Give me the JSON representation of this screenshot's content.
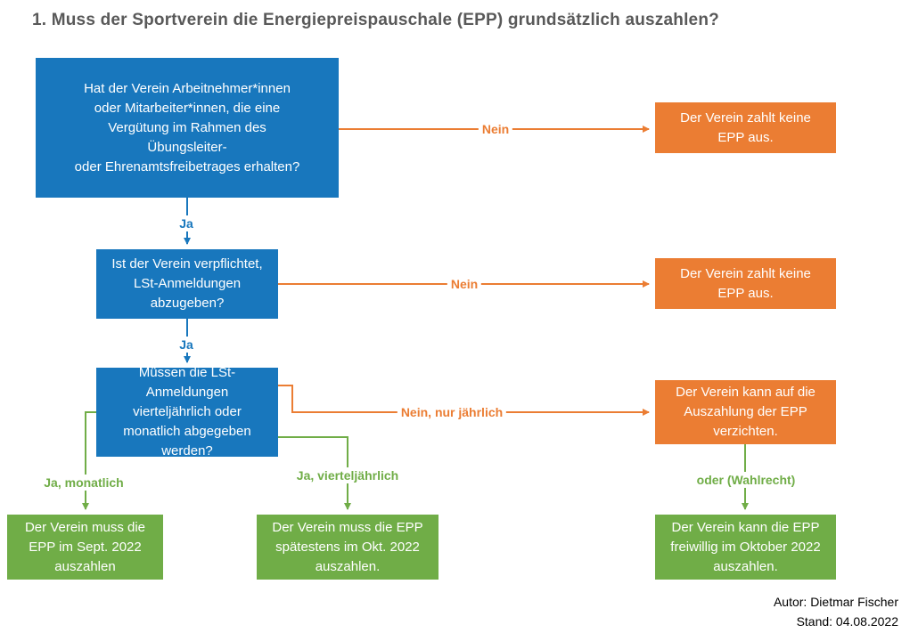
{
  "title": "1. Muss der Sportverein die Energiepreispauschale (EPP) grundsätzlich auszahlen?",
  "colors": {
    "question_blue": "#1877BD",
    "result_orange": "#EB7D33",
    "result_green": "#70AD47",
    "title_gray": "#595959"
  },
  "nodes": {
    "q1": "Hat der Verein Arbeitnehmer*innen\noder Mitarbeiter*innen, die eine\nVergütung im Rahmen des\nÜbungsleiter-\noder Ehrenamtsfreibetrages erhalten?",
    "q2": "Ist der Verein verpflichtet,\nLSt-Anmeldungen\nabzugeben?",
    "q3": "Müssen die LSt-\nAnmeldungen\nvierteljährlich oder\nmonatlich abgegeben\nwerden?",
    "r1": "Der Verein zahlt keine\nEPP aus.",
    "r2": "Der Verein zahlt keine\nEPP aus.",
    "r3": "Der Verein kann auf die\nAuszahlung der EPP\nverzichten.",
    "g1": "Der Verein muss die\nEPP im Sept. 2022\nauszahlen",
    "g2": "Der Verein muss die EPP\nspätestens im Okt. 2022\nauszahlen.",
    "g3": "Der Verein kann die EPP\nfreiwillig im Oktober 2022\nauszahlen."
  },
  "edge_labels": {
    "nein1": "Nein",
    "ja1": "Ja",
    "nein2": "Nein",
    "ja2": "Ja",
    "nein3": "Nein, nur jährlich",
    "ja_monatlich": "Ja, monatlich",
    "ja_vierteljaehrlich": "Ja, vierteljährlich",
    "oder_wahlrecht": "oder (Wahlrecht)"
  },
  "footer": {
    "author": "Autor: Dietmar Fischer",
    "date": "Stand: 04.08.2022"
  }
}
